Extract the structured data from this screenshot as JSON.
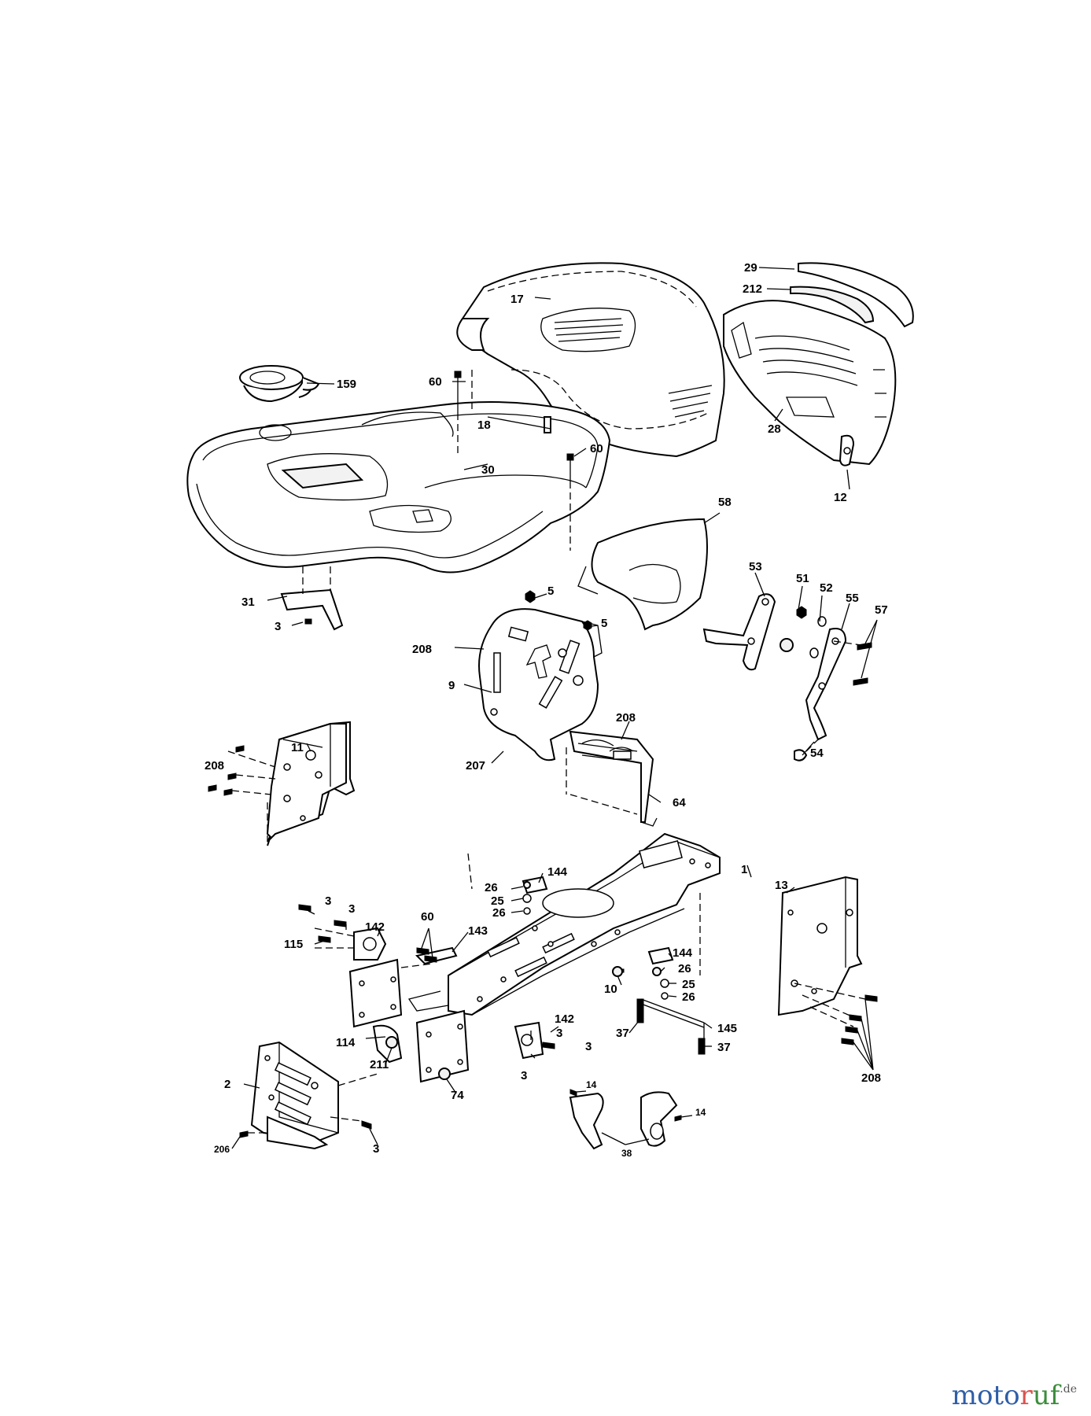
{
  "diagram": {
    "labels": {
      "p1": "1",
      "p2": "2",
      "p3a": "3",
      "p3b": "3",
      "p3c": "3",
      "p3d": "3",
      "p3e": "3",
      "p3f": "3",
      "p3g": "3",
      "p5a": "5",
      "p5b": "5",
      "p9": "9",
      "p10": "10",
      "p11": "11",
      "p12": "12",
      "p13": "13",
      "p14a": "14",
      "p14b": "14",
      "p17": "17",
      "p18": "18",
      "p25a": "25",
      "p25b": "25",
      "p26a": "26",
      "p26b": "26",
      "p26c": "26",
      "p26d": "26",
      "p28": "28",
      "p29": "29",
      "p30": "30",
      "p31": "31",
      "p37a": "37",
      "p37b": "37",
      "p38": "38",
      "p51": "51",
      "p52": "52",
      "p53": "53",
      "p54": "54",
      "p55": "55",
      "p57": "57",
      "p58": "58",
      "p60a": "60",
      "p60b": "60",
      "p60c": "60",
      "p64": "64",
      "p74": "74",
      "p114": "114",
      "p115": "115",
      "p142a": "142",
      "p142b": "142",
      "p143": "143",
      "p144a": "144",
      "p144b": "144",
      "p145": "145",
      "p159": "159",
      "p206": "206",
      "p207": "207",
      "p208a": "208",
      "p208b": "208",
      "p208c": "208",
      "p208d": "208",
      "p211": "211",
      "p212": "212"
    }
  },
  "watermark": {
    "brand_part1": "moto",
    "brand_part2": "r",
    "brand_part3": "uf",
    "suffix": ".de"
  }
}
